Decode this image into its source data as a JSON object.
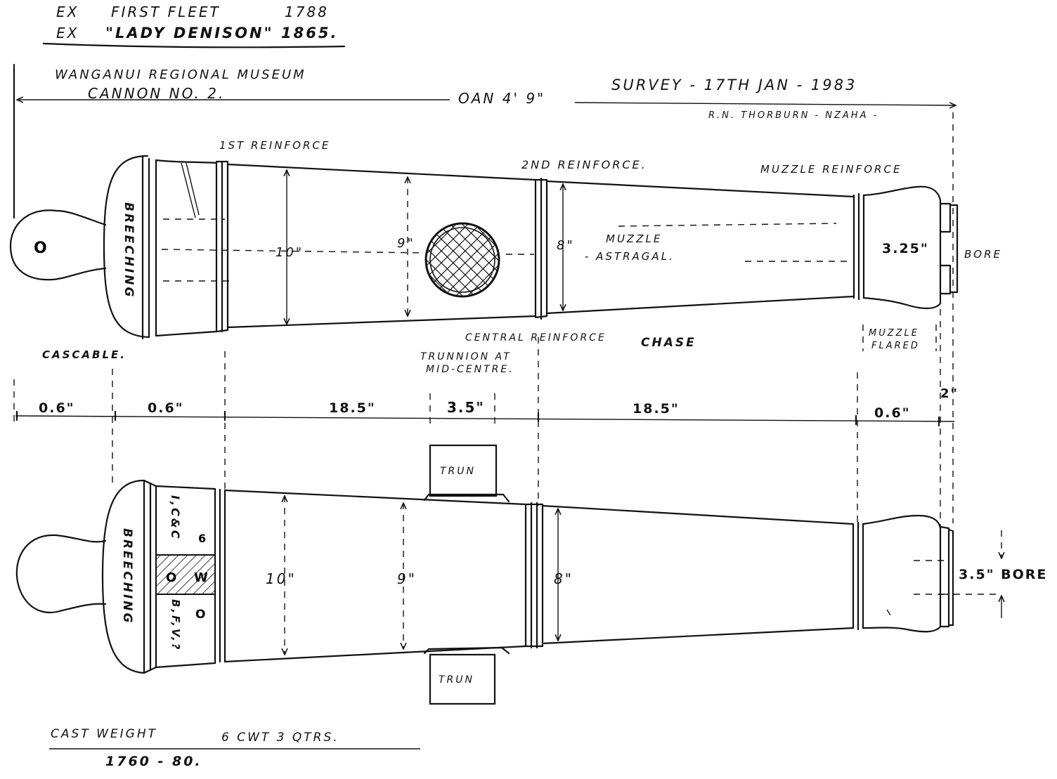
{
  "header": {
    "line1_ex": "EX",
    "line1_text": "FIRST FLEET",
    "line1_year": "1788",
    "line2_ex": "EX",
    "line2_text": "\"LADY DENISON\"",
    "line2_year": "1865."
  },
  "museum": "WANGANUI REGIONAL MUSEUM",
  "cannon_no": "CANNON NO. 2.",
  "oan": "OAN 4' 9\"",
  "survey": "SURVEY - 17TH JAN - 1983",
  "surveyor": "R.N. THORBURN - NZAHA -",
  "side_view": {
    "first_reinforce": "1ST REINFORCE",
    "second_reinforce": "2ND REINFORCE.",
    "muzzle_reinforce": "MUZZLE REINFORCE",
    "breeching": "BREECHING",
    "d_10": "10\"",
    "d_9": "9\"",
    "d_8": "8\"",
    "muzzle_astragal_1": "MUZZLE",
    "muzzle_astragal_2": "- ASTRAGAL.",
    "bore_dim": "3.25\"",
    "bore": "BORE",
    "cascable": "CASCABLE.",
    "central_reinforce": "CENTRAL REINFORCE",
    "chase": "CHASE",
    "trunnion_1": "TRUNNION AT",
    "trunnion_2": "MID-CENTRE.",
    "muzzle_flared_1": "MUZZLE",
    "muzzle_flared_2": "FLARED",
    "knob_mark": "O"
  },
  "dimensions": {
    "seg1": "0.6\"",
    "seg2": "0.6\"",
    "seg3": "18.5\"",
    "seg4": "3.5\"",
    "seg5": "18.5\"",
    "seg6": "0.6\"",
    "seg7": "2\""
  },
  "top_view": {
    "trun_top": "TRUN",
    "trun_bottom": "TRUN",
    "breeching": "BREECHING",
    "marks_1": "I,C&C",
    "marks_2": "6",
    "marks_3": "B,F,V,?",
    "plate_left": "O",
    "plate_right": "W",
    "mark_o": "O",
    "d_10": "10\"",
    "d_9": "9\"",
    "d_8": "8\"",
    "bore": "3.5\" BORE"
  },
  "footer": {
    "cast_weight": "CAST WEIGHT",
    "weight_value": "6 CWT  3 QTRS.",
    "years": "1760 - 80."
  }
}
